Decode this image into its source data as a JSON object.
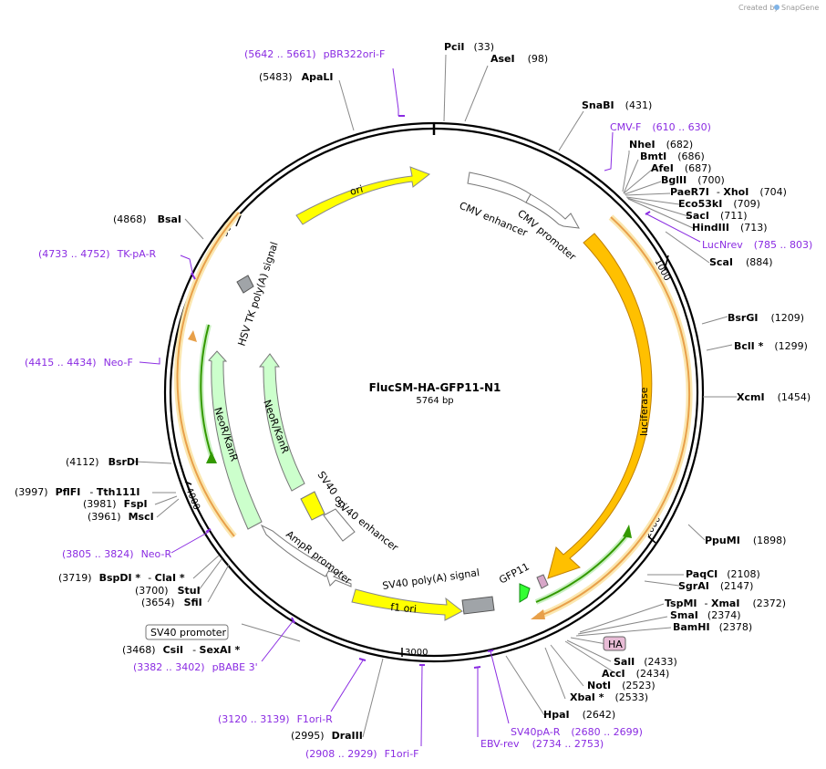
{
  "plasmid": {
    "name": "FlucSM-HA-GFP11-N1",
    "length_label": "5764 bp",
    "length": 5764
  },
  "credit": {
    "prefix": "Created by",
    "brand": "SnapGene"
  },
  "tick_labels": [
    "1000",
    "2000",
    "3000",
    "4000",
    "5000"
  ],
  "colors": {
    "primer": "#8a2be2",
    "ori": "#ffff00",
    "cds_luc": "#ffc000",
    "neo": "#ccffcc",
    "orange_band": "#e8a04a",
    "green_band": "#339900",
    "backbone": "#000000"
  },
  "sites": {
    "PciI": {
      "name": "PciI",
      "pos": "(33)"
    },
    "AseI": {
      "name": "AseI",
      "pos": "(98)"
    },
    "SnaBI": {
      "name": "SnaBI",
      "pos": "(431)"
    },
    "NheI": {
      "name": "NheI",
      "pos": "(682)"
    },
    "BmtI": {
      "name": "BmtI",
      "pos": "(686)"
    },
    "AfeI": {
      "name": "AfeI",
      "pos": "(687)"
    },
    "BglII": {
      "name": "BglII",
      "pos": "(700)"
    },
    "PaeR7I": {
      "name": "PaeR7I",
      "sep": "- ",
      "name2": "XhoI",
      "pos": "(704)"
    },
    "Eco53kI": {
      "name": "Eco53kI",
      "pos": "(709)"
    },
    "SacI": {
      "name": "SacI",
      "pos": "(711)"
    },
    "HindIII": {
      "name": "HindIII",
      "pos": "(713)"
    },
    "ScaI": {
      "name": "ScaI",
      "pos": "(884)"
    },
    "BsrGI": {
      "name": "BsrGI",
      "pos": "(1209)"
    },
    "BclI": {
      "name": "BclI *",
      "pos": "(1299)"
    },
    "XcmI": {
      "name": "XcmI",
      "pos": "(1454)"
    },
    "PpuMI": {
      "name": "PpuMI",
      "pos": "(1898)"
    },
    "PaqCI": {
      "name": "PaqCI",
      "pos": "(2108)"
    },
    "SgrAI": {
      "name": "SgrAI",
      "pos": "(2147)"
    },
    "TspMI": {
      "name": "TspMI",
      "sep": "- ",
      "name2": "XmaI",
      "pos": "(2372)"
    },
    "SmaI": {
      "name": "SmaI",
      "pos": "(2374)"
    },
    "BamHI": {
      "name": "BamHI",
      "pos": "(2378)"
    },
    "SalI": {
      "name": "SalI",
      "pos": "(2433)"
    },
    "AccI": {
      "name": "AccI",
      "pos": "(2434)"
    },
    "NotI": {
      "name": "NotI",
      "pos": "(2523)"
    },
    "XbaI": {
      "name": "XbaI *",
      "pos": "(2533)"
    },
    "HpaI": {
      "name": "HpaI",
      "pos": "(2642)"
    },
    "DraIII": {
      "name": "DraIII",
      "pos": "(2995)"
    },
    "CsiI": {
      "name": "CsiI",
      "sep": "- ",
      "name2": "SexAI *",
      "pos": "(3468)"
    },
    "SfiI": {
      "name": "SfiI",
      "pos": "(3654)"
    },
    "StuI": {
      "name": "StuI",
      "pos": "(3700)"
    },
    "BspDI": {
      "name": "BspDI *",
      "sep": "- ",
      "name2": "ClaI *",
      "pos": "(3719)"
    },
    "MscI": {
      "name": "MscI",
      "pos": "(3961)"
    },
    "FspI": {
      "name": "FspI",
      "pos": "(3981)"
    },
    "PflFI": {
      "name": "PflFI",
      "sep": "- ",
      "name2": "Tth111I",
      "pos": "(3997)"
    },
    "BsrDI": {
      "name": "BsrDI",
      "pos": "(4112)"
    },
    "BsaI": {
      "name": "BsaI",
      "pos": "(4868)"
    },
    "ApaLI": {
      "name": "ApaLI",
      "pos": "(5483)"
    }
  },
  "primers": {
    "pBR322ori_F": {
      "range": "(5642 .. 5661)",
      "name": "pBR322ori-F"
    },
    "CMV_F": {
      "name": "CMV-F",
      "range": "(610 .. 630)"
    },
    "LucNrev": {
      "name": "LucNrev",
      "range": "(785 .. 803)"
    },
    "TK_pA_R": {
      "range": "(4733 .. 4752)",
      "name": "TK-pA-R"
    },
    "Neo_F": {
      "range": "(4415 .. 4434)",
      "name": "Neo-F"
    },
    "Neo_R": {
      "range": "(3805 .. 3824)",
      "name": "Neo-R"
    },
    "pBABE3": {
      "range": "(3382 .. 3402)",
      "name": "pBABE 3'"
    },
    "F1ori_R": {
      "range": "(3120 .. 3139)",
      "name": "F1ori-R"
    },
    "F1ori_F": {
      "range": "(2908 .. 2929)",
      "name": "F1ori-F"
    },
    "EBV_rev": {
      "name": "EBV-rev",
      "range": "(2734 .. 2753)"
    },
    "SV40pA_R": {
      "name": "SV40pA-R",
      "range": "(2680 .. 2699)"
    }
  },
  "features": {
    "ori": "ori",
    "cmv_enhancer": "CMV enhancer",
    "cmv_promoter": "CMV promoter",
    "luciferase": "luciferase",
    "gfp11": "GFP11",
    "ha": "HA",
    "sv40_polya": "SV40 poly(A) signal",
    "f1_ori": "f1 ori",
    "ampr_promoter": "AmpR promoter",
    "sv40_promoter": "SV40 promoter",
    "sv40_ori": "SV40 ori",
    "sv40_enhancer": "SV40 enhancer",
    "neokanr_inner": "NeoR/KanR",
    "neokanr_outer": "NeoR/KanR",
    "hsv_tk_polya": "HSV TK poly(A) signal"
  }
}
